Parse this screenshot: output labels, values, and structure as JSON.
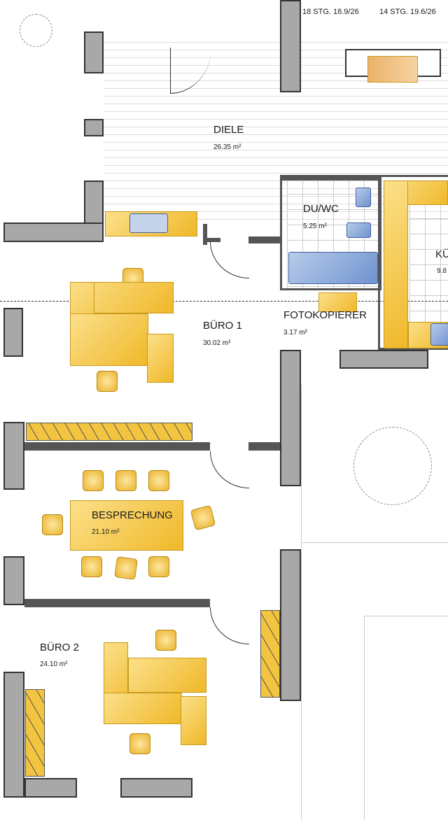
{
  "rooms": [
    {
      "name": "DIELE",
      "area": "26.35 m²"
    },
    {
      "name": "DU/WC",
      "area": "5.25 m²"
    },
    {
      "name": "KÜ",
      "area": "9.8"
    },
    {
      "name": "BÜRO 1",
      "area": "30.02 m²"
    },
    {
      "name": "FOTOKOPIERER",
      "area": "3.17 m²"
    },
    {
      "name": "BESPRECHUNG",
      "area": "21.10 m²"
    },
    {
      "name": "BÜRO 2",
      "area": "24.10 m²"
    }
  ],
  "stairs": [
    {
      "label": "18 STG. 18.9/26"
    },
    {
      "label": "14 STG. 19.6/26"
    }
  ]
}
